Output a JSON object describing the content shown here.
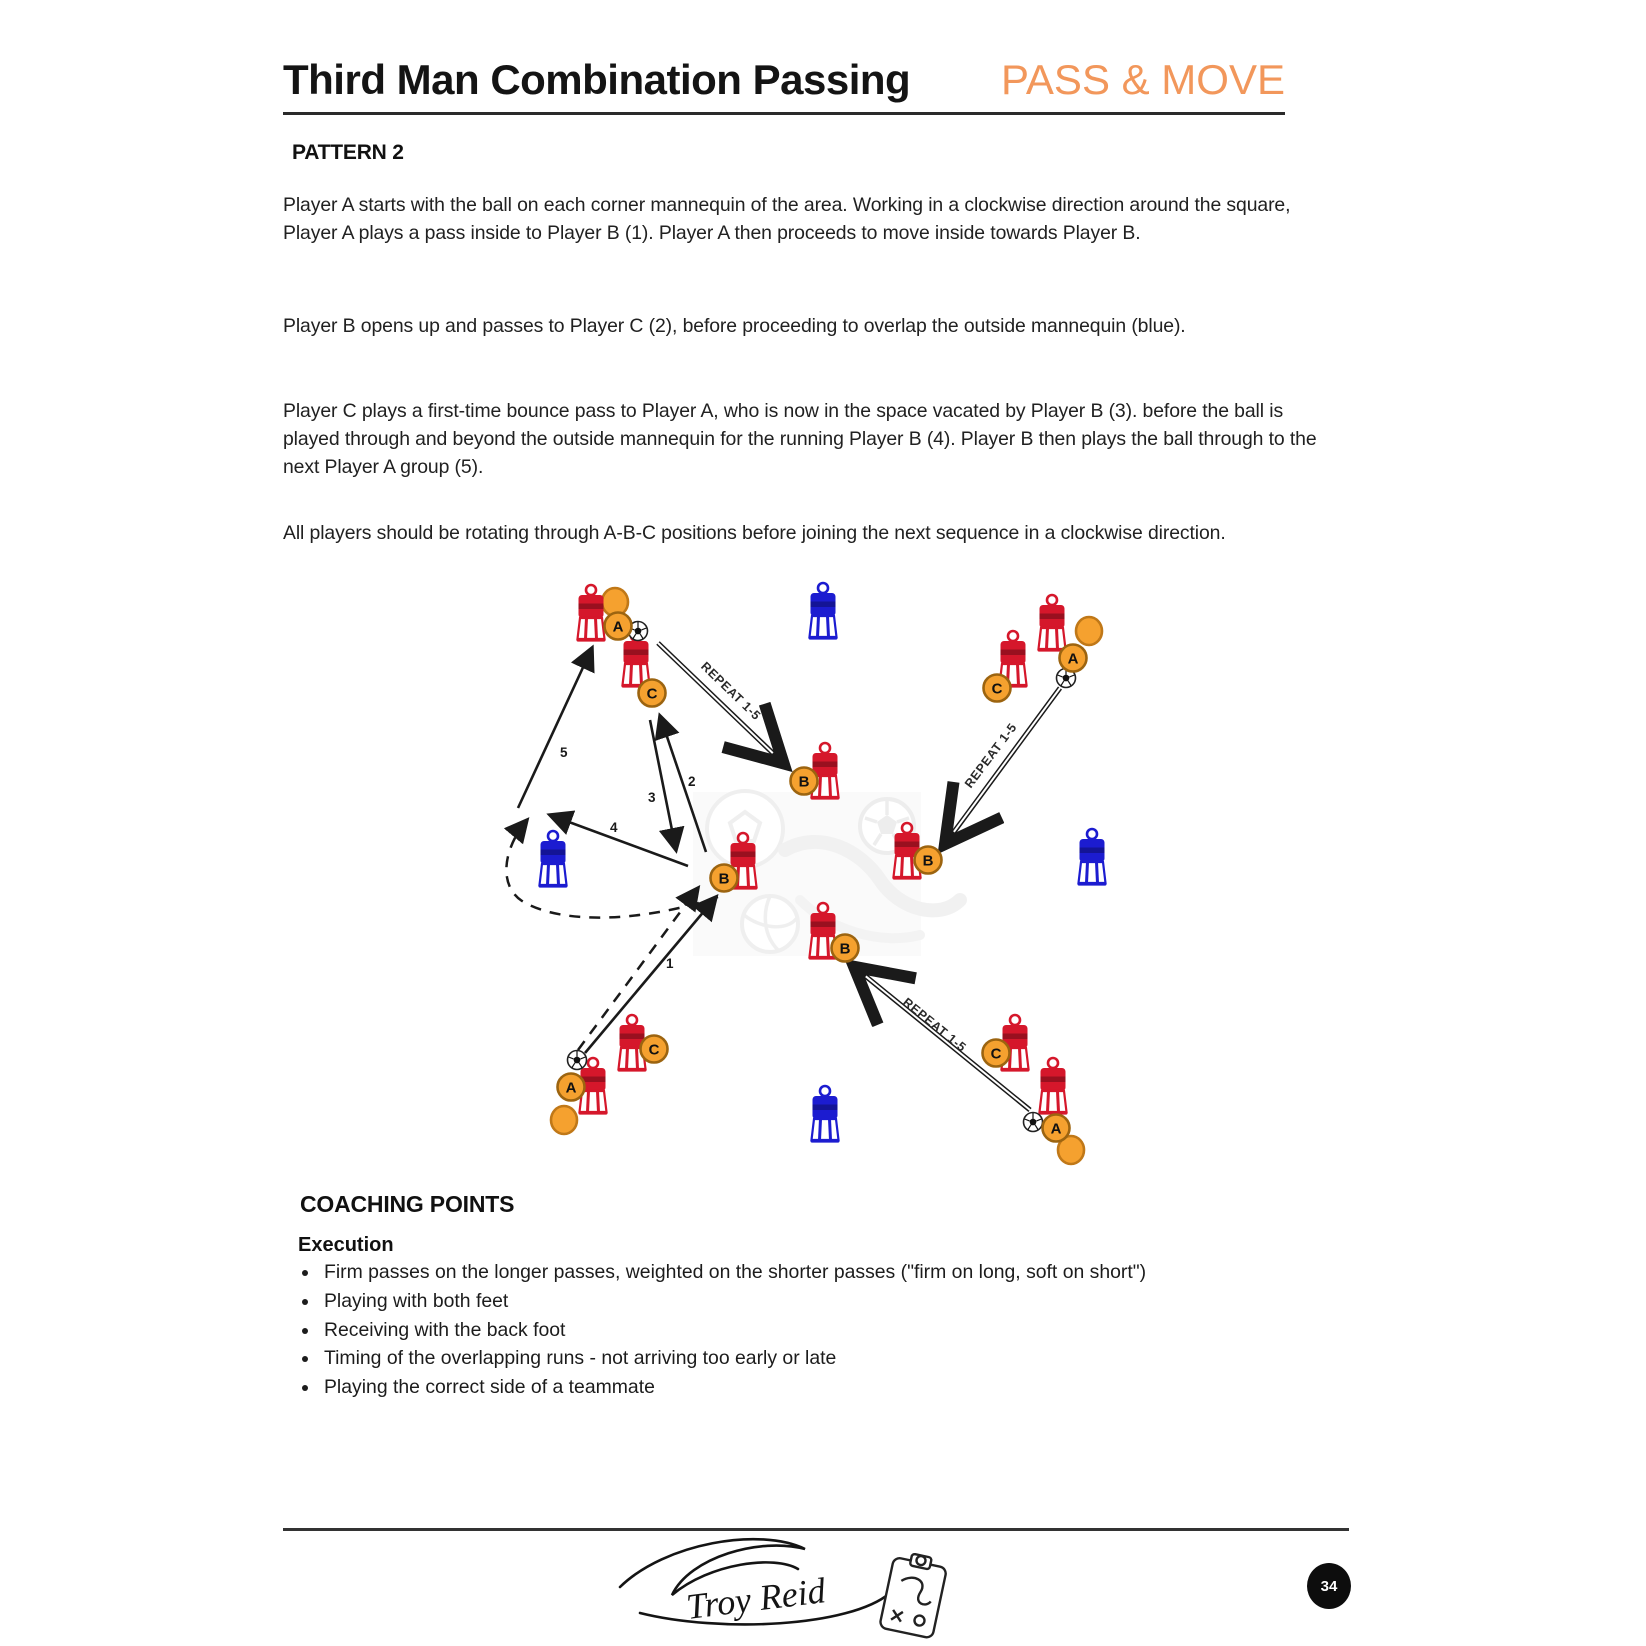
{
  "header": {
    "title": "Third Man Combination Passing",
    "tagline": "PASS & MOVE"
  },
  "pattern": {
    "label": "PATTERN 2"
  },
  "paragraphs": [
    "Player A starts with the ball on each corner mannequin of the area. Working in a clockwise direction around the square, Player A plays a pass inside to Player B (1). Player A then proceeds to move inside towards Player B.",
    "Player B opens up and passes to Player C (2), before proceeding to overlap the outside mannequin (blue).",
    "Player C plays a first-time bounce pass to Player A, who is now in the space vacated by Player B (3). before the ball is played through and beyond the outside mannequin for the running Player B (4). Player B then plays the ball through to the next Player A group (5).",
    "All players should be rotating through A-B-C positions before joining the next sequence in a clockwise direction."
  ],
  "diagram": {
    "repeat_label": "REPEAT 1-5",
    "letters": {
      "a": "A",
      "b": "B",
      "c": "C"
    },
    "pass_labels": [
      "1",
      "2",
      "3",
      "4",
      "5"
    ]
  },
  "coaching": {
    "heading": "COACHING POINTS",
    "subheading": "Execution",
    "bullets": [
      "Firm passes on the longer passes, weighted on the shorter passes (\"firm on long, soft on short\")",
      "Playing with both feet",
      "Receiving with the back foot",
      "Timing of the overlapping runs - not arriving too early or late",
      "Playing the correct side of a teammate"
    ]
  },
  "footer": {
    "signature_text": "Troy Reid",
    "page_number": "34"
  },
  "colors": {
    "accent_orange": "#F2975B",
    "marker_fill": "#F5A12F",
    "marker_border": "#9C6410",
    "mannequin_red": "#D5172B",
    "mannequin_blue": "#1C1CD0",
    "arrow_black": "#1a1a1a"
  }
}
